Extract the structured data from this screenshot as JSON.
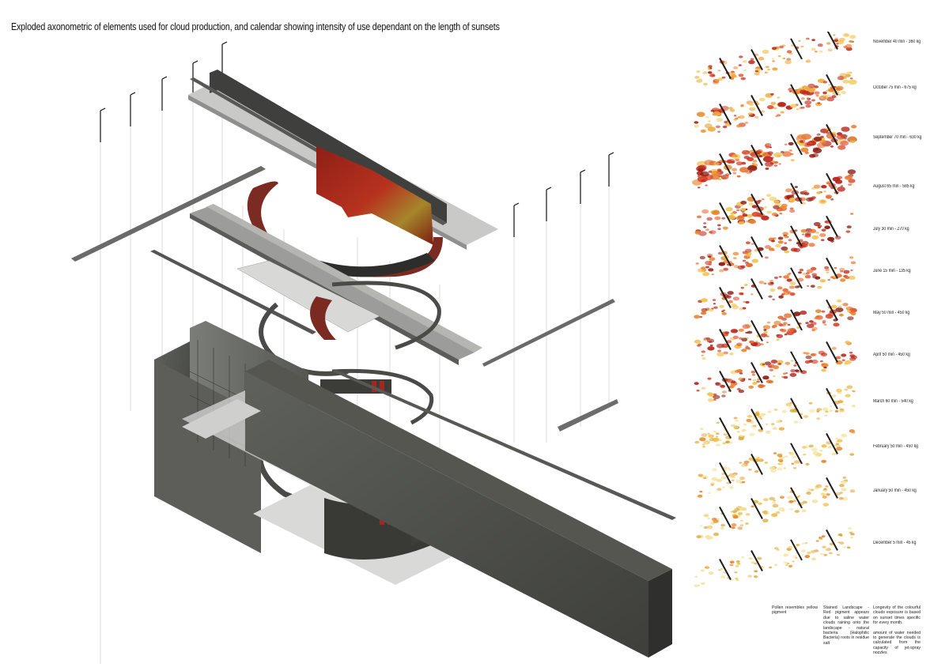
{
  "title": "Exploded axonometric of elements used for cloud production, and calendar showing intensity of use dependant on the length of sunsets",
  "calendar": {
    "months": [
      {
        "label": "November 40 min - 360 kg",
        "intensity": 0.55,
        "tone": "orange"
      },
      {
        "label": "October 75 min - 675 kg",
        "intensity": 0.8,
        "tone": "orange"
      },
      {
        "label": "September 70 min - 630 kg",
        "intensity": 1.0,
        "tone": "red"
      },
      {
        "label": "August 65 min - 585 kg",
        "intensity": 0.75,
        "tone": "red"
      },
      {
        "label": "July 30 min - 270 kg",
        "intensity": 0.6,
        "tone": "red"
      },
      {
        "label": "June 15 min - 135 kg",
        "intensity": 0.55,
        "tone": "red"
      },
      {
        "label": "May 50 min - 450 kg",
        "intensity": 0.7,
        "tone": "red"
      },
      {
        "label": "April 50 min - 450 kg",
        "intensity": 0.6,
        "tone": "red"
      },
      {
        "label": "March 60 min - 540 kg",
        "intensity": 0.55,
        "tone": "yellow"
      },
      {
        "label": "February 50 min - 450 kg",
        "intensity": 0.5,
        "tone": "yellow"
      },
      {
        "label": "January 50 min - 450 kg",
        "intensity": 0.5,
        "tone": "yellow"
      },
      {
        "label": "December 5 min - 45 kg",
        "intensity": 0.35,
        "tone": "yellow"
      }
    ]
  },
  "notes": {
    "yellow_pigment": "Pollen resembles yellow pigment",
    "red_pigment": "Stained Landscape - Red pigment appears due to saline water clouds raining onto the landscape - natural bacteria (Halophilic Bacteria) roots in residue salt",
    "longevity": "Longevity of the colourful clouds exposure is based on sunset times specific for every month.",
    "water": "amount of water needed to generate the clouds is calculated from the capacity of jet-spray nozzles"
  },
  "colors": {
    "concrete": "#6f716c",
    "concrete_dark": "#3c3d3a",
    "rust_red": "#a0281c",
    "rust_yellow": "#b99a2a",
    "paper": "#ffffff"
  }
}
